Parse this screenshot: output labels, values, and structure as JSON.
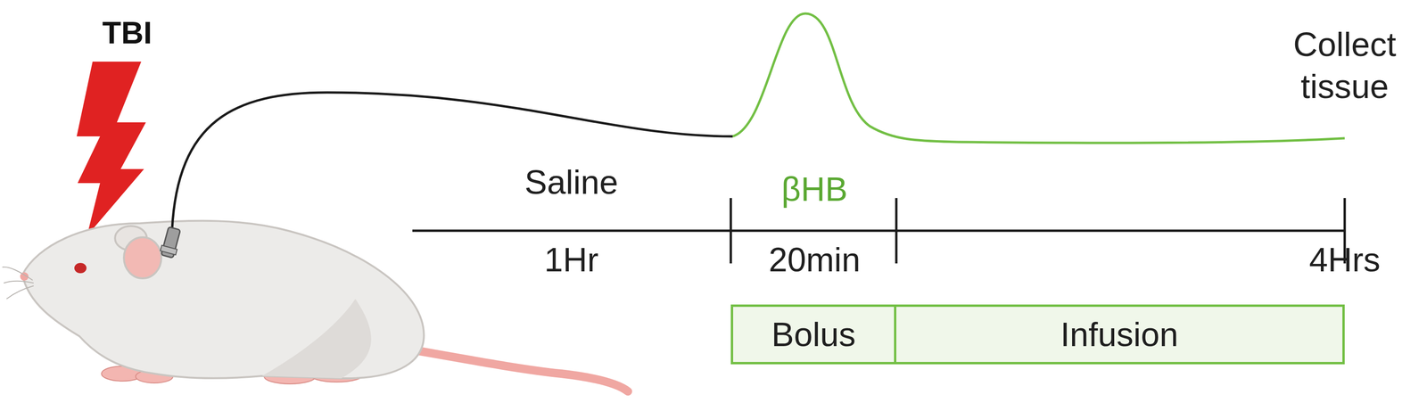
{
  "diagram": {
    "nodes": [
      {
        "text": [
          "Bolus"
        ]
      },
      {
        "text": [
          "Infusion"
        ]
      }
    ],
    "labels": [
      "TBI",
      "Collect tissue",
      "Saline",
      "βHB",
      "1Hr",
      "20min",
      "4Hrs"
    ]
  }
}
